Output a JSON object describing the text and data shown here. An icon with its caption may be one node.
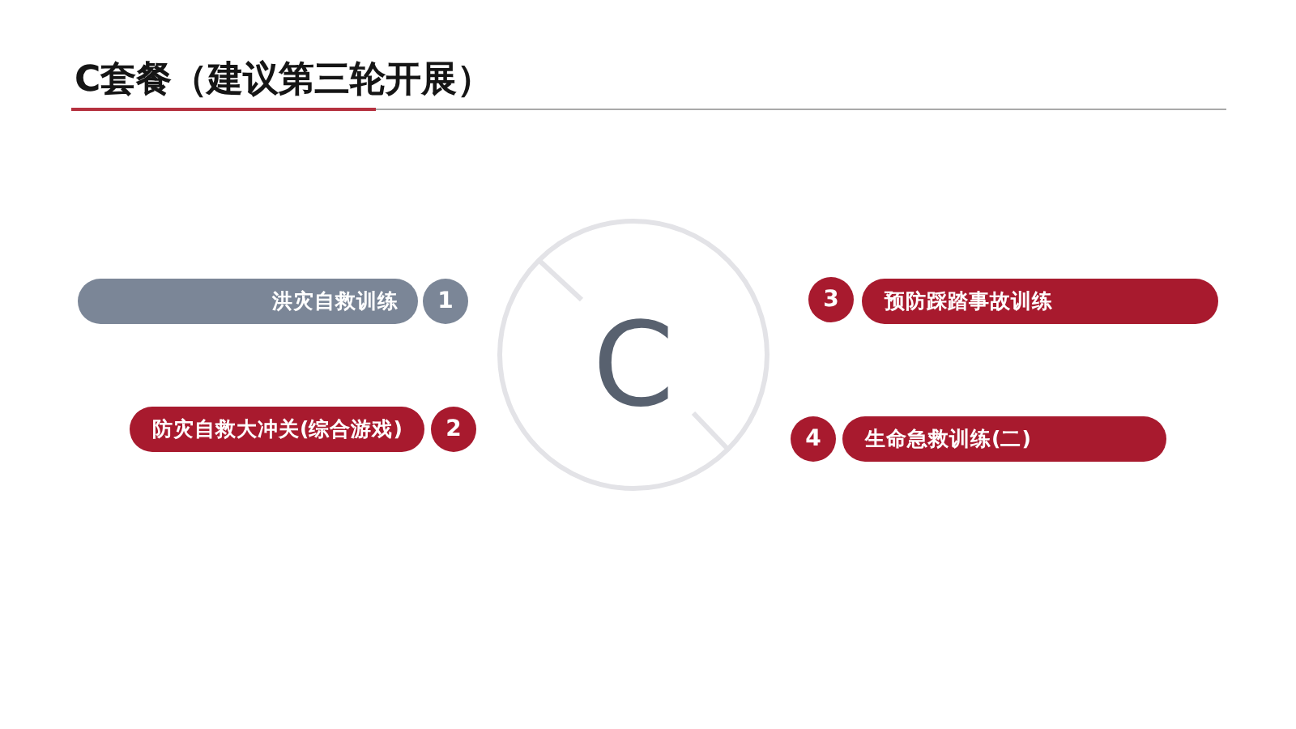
{
  "diagram": {
    "title": "C套餐（建议第三轮开展）",
    "nodes": [
      {
        "text": [
          "洪灾自救训练"
        ]
      },
      {
        "text": [
          "1"
        ]
      },
      {
        "text": [
          "C"
        ]
      },
      {
        "text": [
          "3"
        ]
      },
      {
        "text": [
          "预防踩踏事故训练"
        ]
      },
      {
        "text": [
          "防灾自救大冲关(综合游戏)"
        ]
      },
      {
        "text": [
          "2"
        ]
      },
      {
        "text": [
          "4"
        ]
      },
      {
        "text": [
          "生命急救训练(二)"
        ]
      }
    ]
  }
}
